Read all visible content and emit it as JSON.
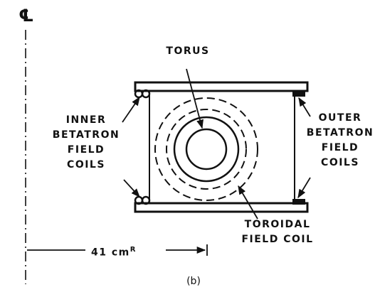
{
  "labels": {
    "centerline_symbol": "℄",
    "torus": "TORUS",
    "inner_coils": [
      "INNER",
      "BETATRON",
      "FIELD",
      "COILS"
    ],
    "outer_coils": [
      "OUTER",
      "BETATRON",
      "FIELD",
      "COILS"
    ],
    "toroidal_coil": [
      "TOROIDAL",
      "FIELD COIL"
    ],
    "radius": "41 cm",
    "radius_sup": "R",
    "caption": "(b)"
  }
}
